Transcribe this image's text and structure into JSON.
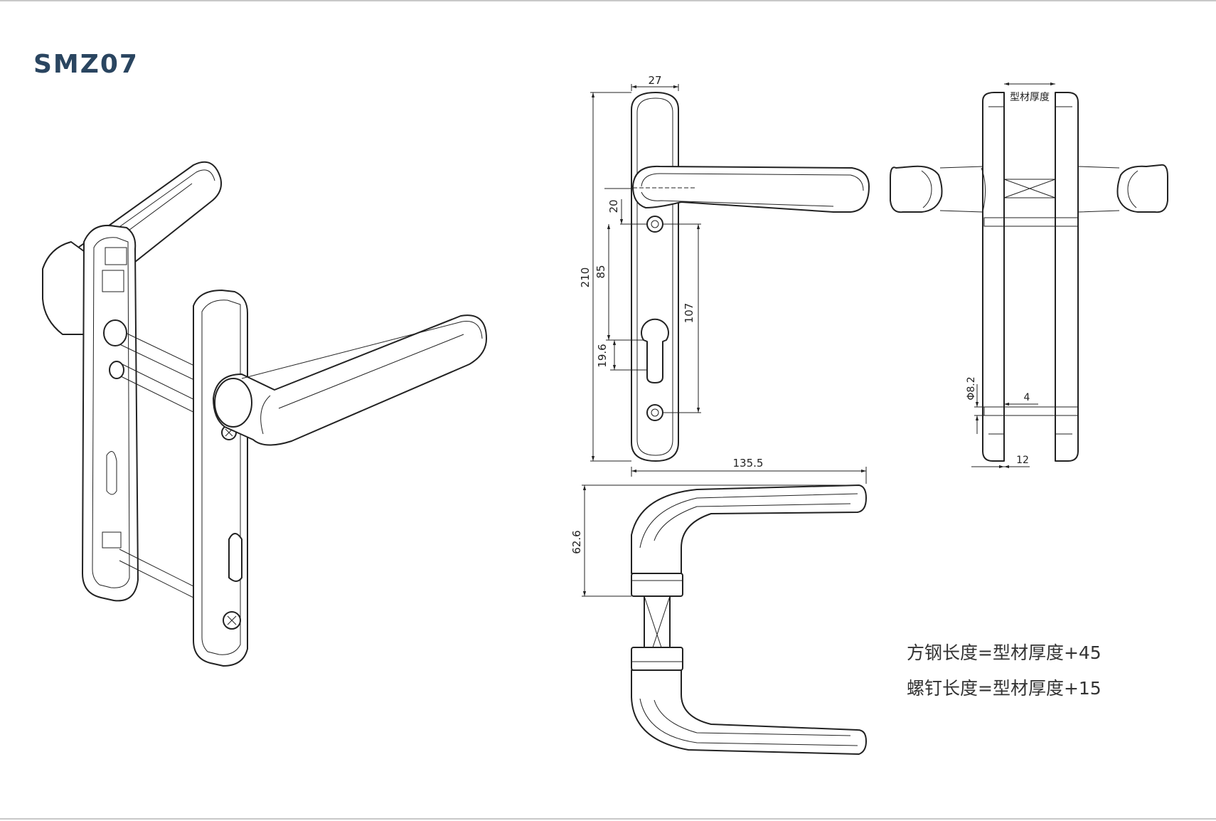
{
  "title": "SMZ07",
  "dimensions": {
    "plate_width": "27",
    "total_height": "210",
    "handle_to_hole": "20",
    "hole_to_cylinder": "85",
    "hole_spacing": "107",
    "cylinder_offset": "19.6",
    "handle_length": "135.5",
    "handle_height": "62.6",
    "profile_thickness": "型材厚度",
    "screw_diameter": "Φ8.2",
    "gap_4": "4",
    "gap_12": "12"
  },
  "notes": {
    "spindle": "方钢长度=型材厚度+45",
    "screw": "螺钉长度=型材厚度+15"
  }
}
